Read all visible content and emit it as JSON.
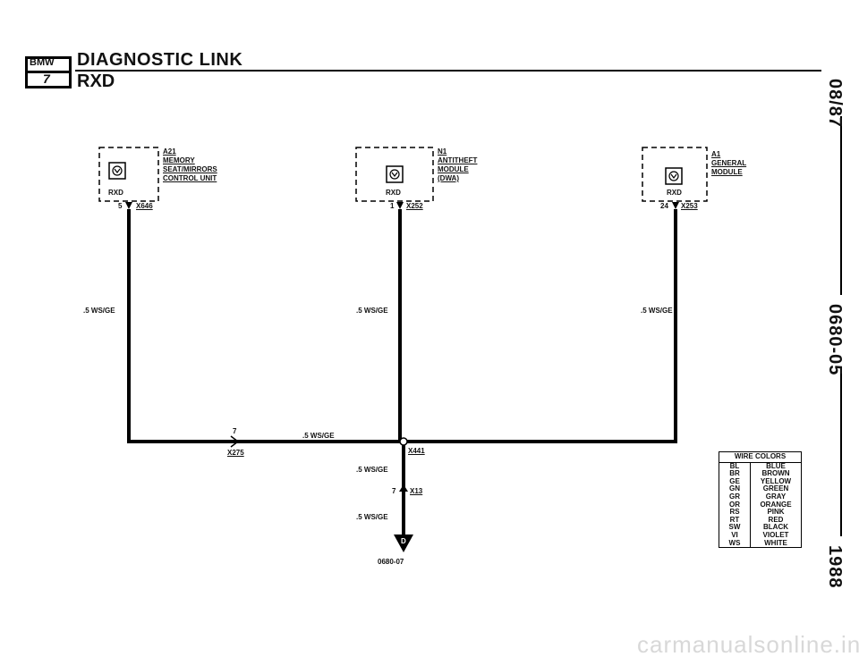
{
  "header": {
    "logo_top": "BMW",
    "logo_bottom": "7",
    "title": "DIAGNOSTIC LINK",
    "subtitle": "RXD"
  },
  "side_labels": {
    "date": "08/87",
    "section": "0680-05",
    "year": "1988"
  },
  "components": [
    {
      "id": "A21",
      "lines": [
        "MEMORY",
        "SEAT/MIRRORS",
        "CONTROL UNIT"
      ],
      "pin_label": "RXD",
      "pin": "5",
      "connector": "X646"
    },
    {
      "id": "N1",
      "lines": [
        "ANTITHEFT",
        "MODULE",
        "(DWA)"
      ],
      "pin_label": "RXD",
      "pin": "1",
      "connector": "X252"
    },
    {
      "id": "A1",
      "lines": [
        "GENERAL",
        "MODULE"
      ],
      "pin_label": "RXD",
      "pin": "24",
      "connector": "X253"
    }
  ],
  "wires": {
    "left": ".5 WS/GE",
    "middle": ".5 WS/GE",
    "right": ".5 WS/GE",
    "bus": ".5 WS/GE",
    "lower1": ".5 WS/GE",
    "lower2": ".5 WS/GE"
  },
  "connectors": {
    "x275_pin": "7",
    "x275": "X275",
    "x441": "X441",
    "x13_pin": "7",
    "x13": "X13",
    "diag": "D"
  },
  "figure_id": "0680-07",
  "wire_colors": {
    "title": "WIRE COLORS",
    "rows": [
      [
        "BL",
        "BLUE"
      ],
      [
        "BR",
        "BROWN"
      ],
      [
        "GE",
        "YELLOW"
      ],
      [
        "GN",
        "GREEN"
      ],
      [
        "GR",
        "GRAY"
      ],
      [
        "OR",
        "ORANGE"
      ],
      [
        "RS",
        "PINK"
      ],
      [
        "RT",
        "RED"
      ],
      [
        "SW",
        "BLACK"
      ],
      [
        "VI",
        "VIOLET"
      ],
      [
        "WS",
        "WHITE"
      ]
    ]
  },
  "watermark": "carmanualsonline.info"
}
